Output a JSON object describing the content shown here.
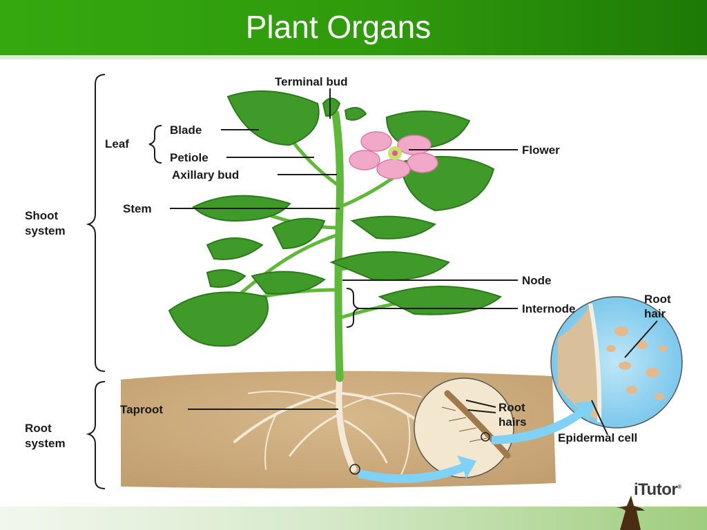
{
  "title": "Plant Organs",
  "brand": {
    "name": "iTutor",
    "mark": "®"
  },
  "labels": {
    "terminal_bud": "Terminal bud",
    "leaf": "Leaf",
    "blade": "Blade",
    "petiole": "Petiole",
    "axillary_bud": "Axillary bud",
    "flower": "Flower",
    "stem": "Stem",
    "shoot_system_1": "Shoot",
    "shoot_system_2": "system",
    "node": "Node",
    "internode": "Internode",
    "root_hair_1": "Root",
    "root_hair_2": "hair",
    "taproot": "Taproot",
    "root_hairs_1": "Root",
    "root_hairs_2": "hairs",
    "epidermal_cell": "Epidermal cell",
    "root_system_1": "Root",
    "root_system_2": "system"
  },
  "colors": {
    "header_green": "#2f9a0c",
    "leaf_green": "#3f9a2a",
    "stem_green": "#5fb83a",
    "soil": "#c9a77a",
    "flower_pink": "#f2a9c9",
    "arrow_blue": "#7fd1f5"
  }
}
